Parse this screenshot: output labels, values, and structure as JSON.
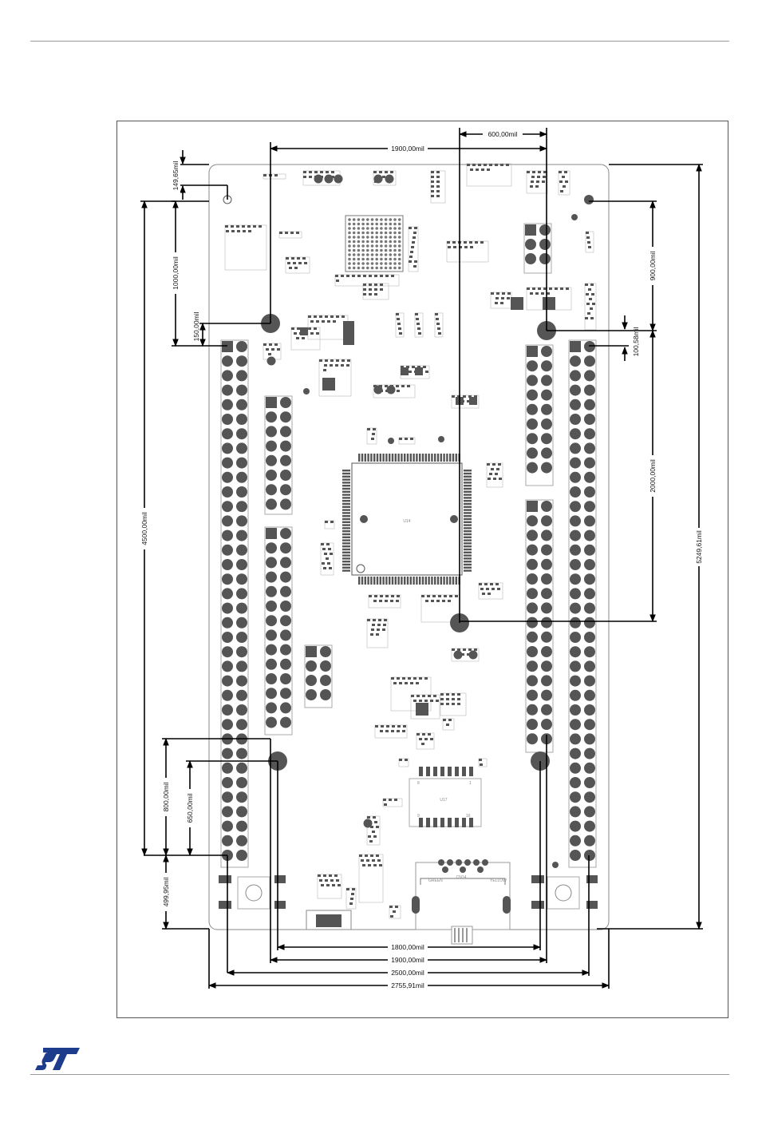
{
  "figure": {
    "dimensions": {
      "d_600": "600,00mil",
      "d_1900_top": "1900,00mil",
      "d_149": "149,65mil",
      "d_1000": "1000,00mil",
      "d_150": "150,00mil",
      "d_900": "900,00mil",
      "d_100": "100,58mil",
      "d_2000": "2000,00mil",
      "d_4500": "4500,00mil",
      "d_5249": "5249,61mil",
      "d_800": "800,00mil",
      "d_650": "650,00mil",
      "d_499": "499,95mil",
      "d_1800": "1800,00mil",
      "d_1900_bottom": "1900,00mil",
      "d_2500": "2500,00mil",
      "d_2755": "2755,91mil"
    },
    "silkscreen": {
      "u14": "U14",
      "cn14": "CN14",
      "green": "GREEN",
      "yellow": "YELLOW",
      "chip_u17": "U17",
      "pin8": "8",
      "pin1": "1",
      "pin9": "9",
      "pin16": "16"
    }
  },
  "footer": {
    "logo_color": "#1e3c8c"
  }
}
